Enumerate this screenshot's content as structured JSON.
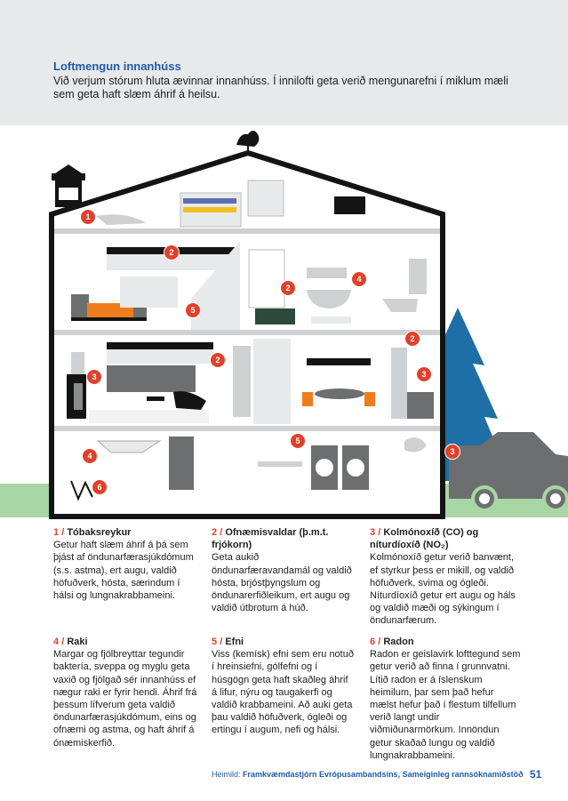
{
  "header": {
    "title": "Loftmengun innanhúss",
    "intro": "Við verjum stórum hluta ævinnar innanhúss. Í innilofti geta verið mengunarefni í miklum mæli sem geta haft slæm áhrif á heilsu."
  },
  "markers": [
    "1",
    "2",
    "3",
    "4",
    "5",
    "6"
  ],
  "sections": [
    {
      "num": "1",
      "title": "Tóbaksreykur",
      "text": "Getur haft slæm áhrif á þá sem þjást af öndunarfærasjúkdómum (s.s. astma), ert augu, valdið höfuðverk, hósta, særindum í hálsi og lungnakrabbameini."
    },
    {
      "num": "2",
      "title": "Ofnæmisvaldar (þ.m.t. frjókorn)",
      "text": "Geta aukið öndunarfæravandamál og valdið hósta, brjóstþyngslum og öndunarerfiðleikum, ert augu og valdið útbrotum á húð."
    },
    {
      "num": "3",
      "title": "Kolmónoxíð (CO) og níturdíoxíð (NO₂)",
      "text": "Kolmónoxíð getur verið banvænt, ef styrkur þess er mikill, og valdið höfuðverk, svima og ógleði. Níturdíoxíð getur ert augu og háls og valdið mæði og sýkingum í öndunarfærum."
    },
    {
      "num": "4",
      "title": "Raki",
      "text": "Margar og fjölbreyttar tegundir baktería, sveppa og myglu geta vaxið og fjölgað sér innanhúss ef nægur raki er fyrir hendi. Áhrif frá þessum lífverum geta valdið öndunarfærasjúkdómum, eins og ofnæmi og astma, og haft áhrif á ónæmiskerfið."
    },
    {
      "num": "5",
      "title": "Efni",
      "text": "Viss (kemísk) efni sem eru notuð í hreinsiefni, gólfefni og í húsgögn geta haft skaðleg áhrif á lifur, nýru og taugakerfi og valdið krabbameini. Að auki geta þau valdið höfuðverk, ógleði og ertingu í augum, nefi og hálsi."
    },
    {
      "num": "6",
      "title": "Radon",
      "text": "Radon er geislavirk lofttegund sem getur verið að finna í grunnvatni. Lítið radon er á íslenskum heimilum, þar sem það hefur mælst hefur það í flestum tilfellum verið langt undir viðmiðunarmörkum. Innöndun getur skaðað lungu og valdið lungnakrabbameini."
    }
  ],
  "footer": {
    "prefix": "Heimild: ",
    "source": "Framkvæmdastjórn Evrópusambandsins, Sameiginleg rannsóknamiðstöð",
    "page": "51"
  },
  "colors": {
    "accent": "#1f5ba8",
    "marker": "#e0412c",
    "grass": "#a8d6a4",
    "tree": "#1e6fa8",
    "house": "#141414"
  }
}
